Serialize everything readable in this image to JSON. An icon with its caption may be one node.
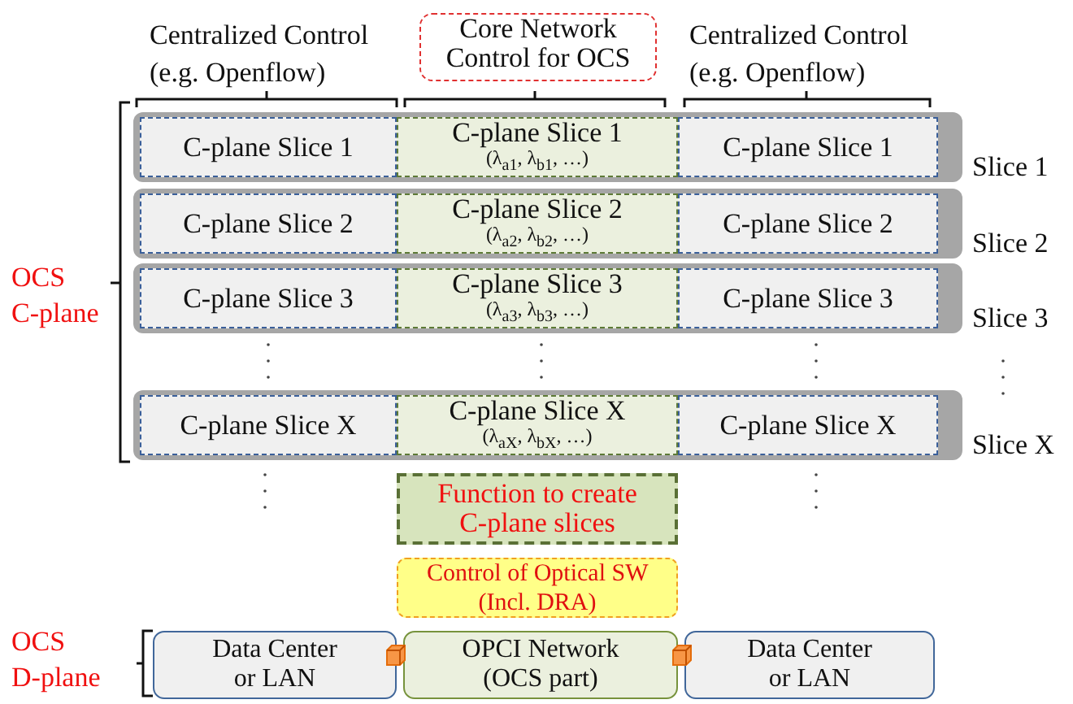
{
  "diagram": {
    "nodes": [
      {
        "text": [
          "Core Network Control for OCS"
        ]
      },
      {
        "text": [],
        "shape": "bar",
        "beside": [
          "Slice 1"
        ]
      },
      {
        "text": [
          "C-plane Slice 1"
        ],
        "in": 1
      },
      {
        "text": [
          "C-plane Slice 1",
          "(λ$_{a1}$, λ$_{b1}$, …)"
        ],
        "in": 1
      },
      {
        "text": [
          "C-plane Slice 1"
        ],
        "in": 1
      },
      {
        "text": [],
        "shape": "bar",
        "beside": [
          "Slice 2"
        ]
      },
      {
        "text": [
          "C-plane Slice 2"
        ],
        "in": 5
      },
      {
        "text": [
          "C-plane Slice 2",
          "(λ$_{a2}$, λ$_{b2}$, …)"
        ],
        "in": 5
      },
      {
        "text": [
          "C-plane Slice 2"
        ],
        "in": 5
      },
      {
        "text": [],
        "shape": "bar",
        "beside": [
          "Slice 3"
        ]
      },
      {
        "text": [
          "C-plane Slice 3"
        ],
        "in": 9
      },
      {
        "text": [
          "C-plane Slice 3",
          "(λ$_{a3}$, λ$_{b3}$, …)"
        ],
        "in": 9
      },
      {
        "text": [
          "C-plane Slice 3"
        ],
        "in": 9
      },
      {
        "text": [],
        "shape": "bar",
        "beside": [
          "Slice X"
        ]
      },
      {
        "text": [
          "C-plane Slice X"
        ],
        "in": 13
      },
      {
        "text": [
          "C-plane Slice X",
          "(λ$_{aX}$, λ$_{bX}$, …)"
        ],
        "in": 13
      },
      {
        "text": [
          "C-plane Slice X"
        ],
        "in": 13
      },
      {
        "text": [
          "Function to create C-plane slices"
        ]
      },
      {
        "text": [
          "Control of Optical SW (Incl. DRA)"
        ]
      },
      {
        "text": [
          "Data Center or LAN"
        ]
      },
      {
        "text": [
          "OPCI Network (OCS part)"
        ]
      },
      {
        "text": [
          "Data Center or LAN"
        ]
      }
    ],
    "labels": [
      "Centralized Control (e.g. Openflow)",
      "Centralized Control (e.g. Openflow)",
      "OCS C-plane",
      "OCS D-plane"
    ]
  }
}
